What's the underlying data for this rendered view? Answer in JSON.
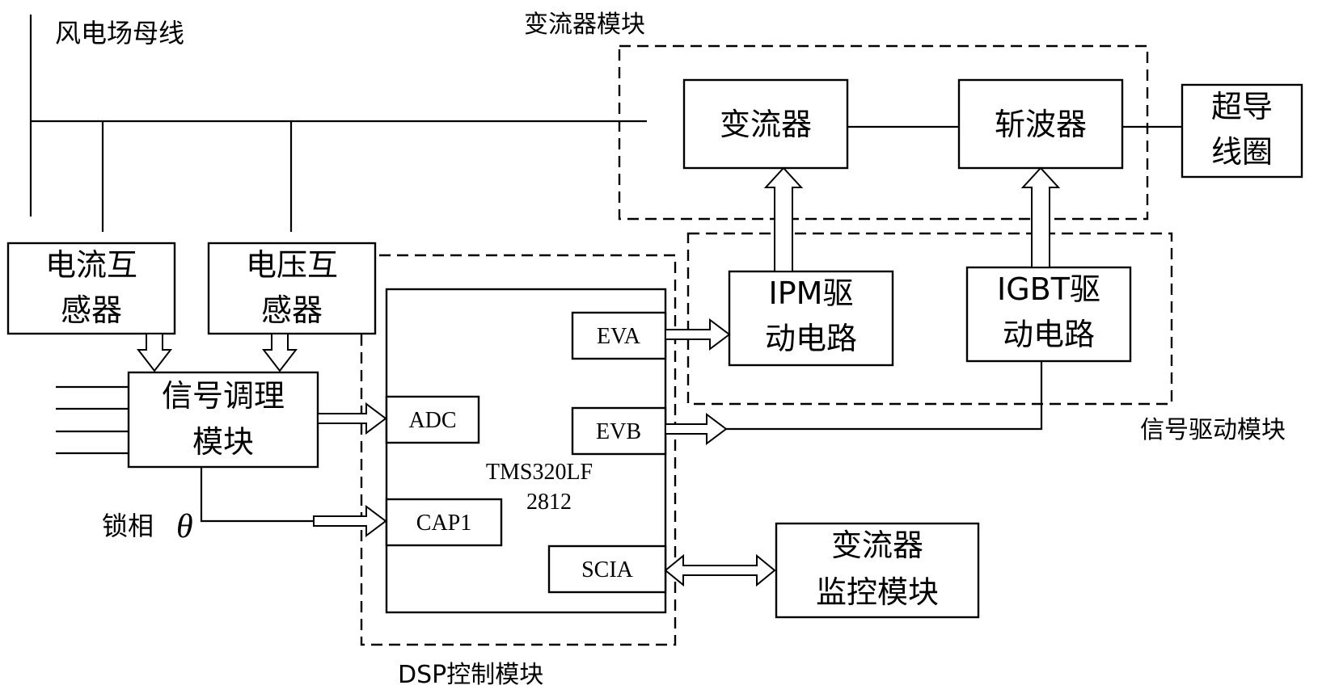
{
  "labels": {
    "bus": "风电场母线",
    "converter_module": "变流器模块",
    "converter": "变流器",
    "chopper": "斩波器",
    "sc_coil_l1": "超导",
    "sc_coil_l2": "线圈",
    "ct_l1": "电流互",
    "ct_l2": "感器",
    "vt_l1": "电压互",
    "vt_l2": "感器",
    "ipm_l1": "IPM驱",
    "ipm_l2": "动电路",
    "igbt_l1": "IGBT驱",
    "igbt_l2": "动电路",
    "signal_drive_module": "信号驱动模块",
    "eva": "EVA",
    "evb": "EVB",
    "adc": "ADC",
    "cap1": "CAP1",
    "scia": "SCIA",
    "dsp_chip_l1": "TMS320LF",
    "dsp_chip_l2": "2812",
    "cond_l1": "信号调理",
    "cond_l2": "模块",
    "phase_lock": "锁相",
    "theta": "θ",
    "monitor_l1": "变流器",
    "monitor_l2": "监控模块",
    "dsp_module": "DSP控制模块"
  }
}
